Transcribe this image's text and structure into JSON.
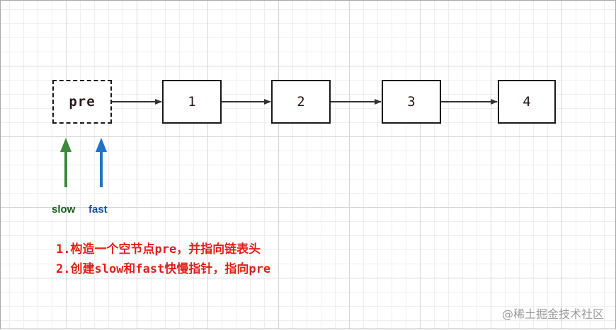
{
  "nodes": {
    "pre": "pre",
    "n1": "1",
    "n2": "2",
    "n3": "3",
    "n4": "4"
  },
  "pointers": {
    "slow": "slow",
    "fast": "fast"
  },
  "notes": {
    "line1": "1.构造一个空节点pre，并指向链表头",
    "line2": "2.创建slow和fast快慢指针，指向pre"
  },
  "watermark": "@稀土掘金技术社区",
  "colors": {
    "slow": "#3a8a3a",
    "fast": "#1f73c8",
    "slow_label": "#1e5a1e",
    "fast_label": "#1a4f9a",
    "notes": "#e0201a",
    "link": "#333333"
  }
}
